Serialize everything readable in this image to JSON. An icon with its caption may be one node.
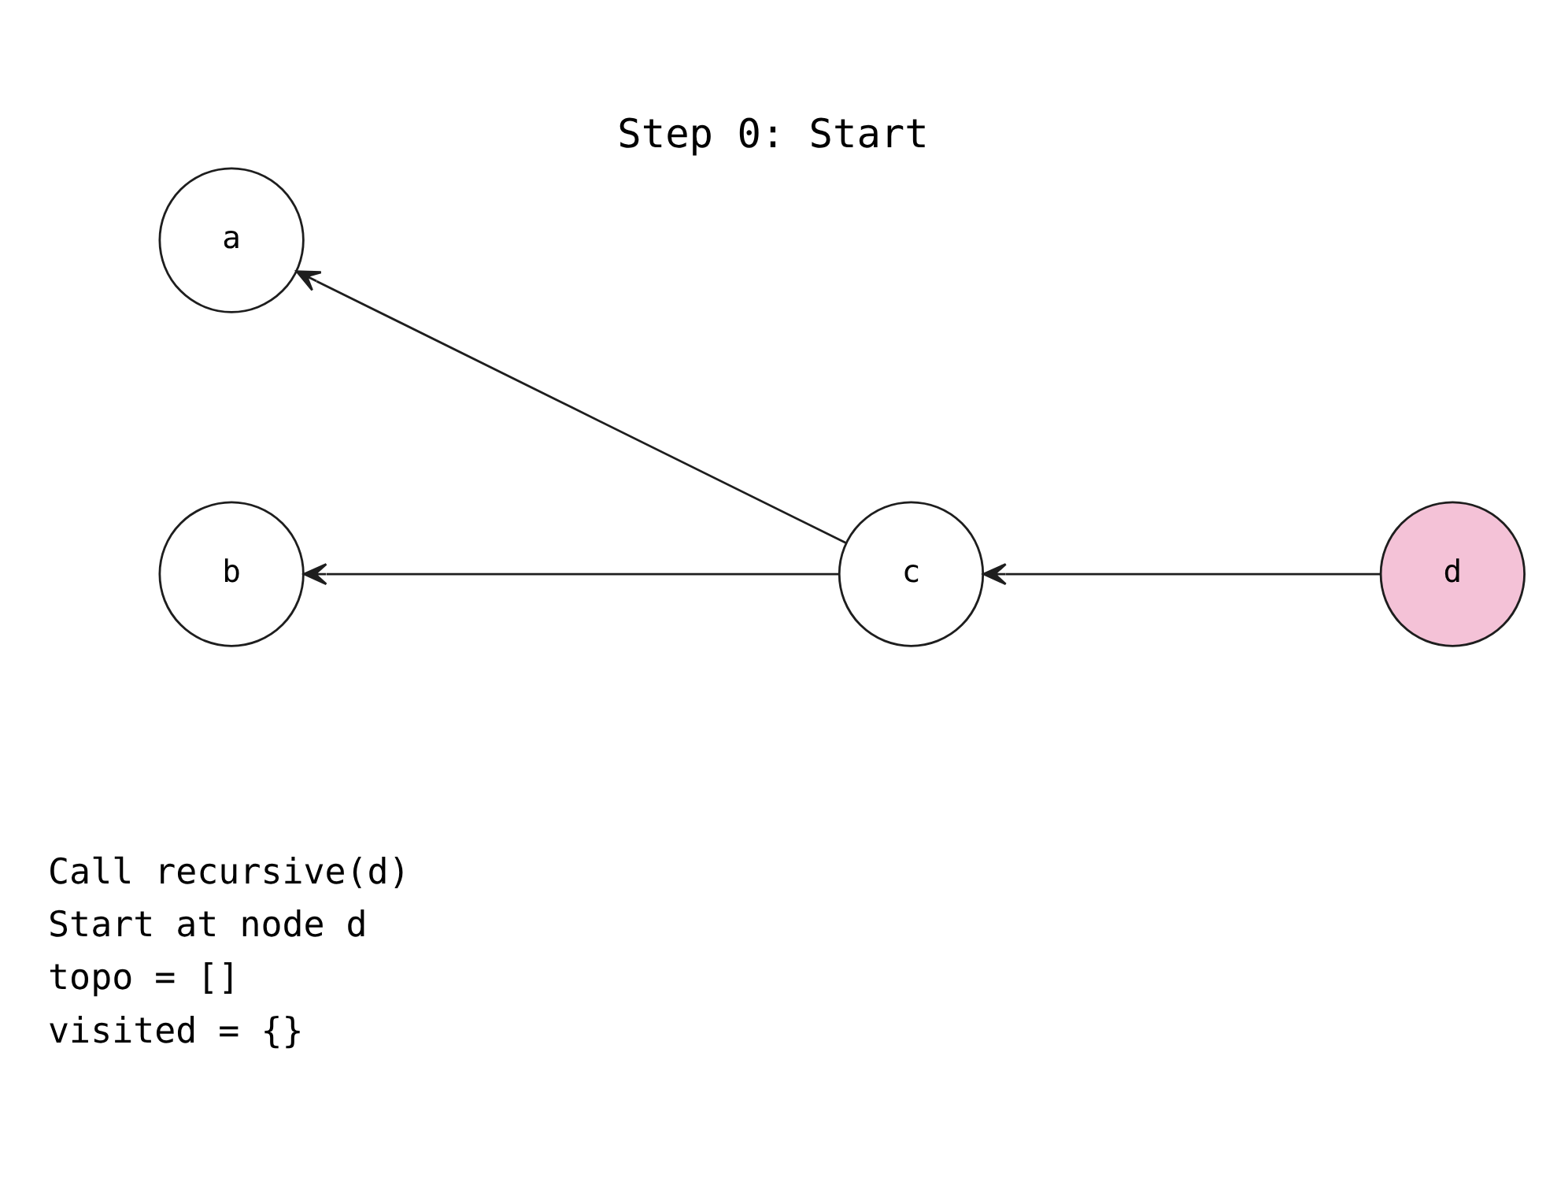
{
  "diagram": {
    "title": "Step 0: Start",
    "nodes": [
      {
        "text": [
          "a"
        ]
      },
      {
        "text": [
          "b"
        ]
      },
      {
        "text": [
          "c"
        ]
      },
      {
        "text": [
          "d"
        ]
      }
    ],
    "edges": [
      {
        "from": 3,
        "to": 2,
        "arrow": "to"
      },
      {
        "from": 2,
        "to": 0,
        "arrow": "to"
      },
      {
        "from": 2,
        "to": 1,
        "arrow": "to"
      }
    ],
    "labels": [
      "Call recursive(d)",
      "Start at node d",
      "topo = []",
      "visited = {}"
    ]
  }
}
